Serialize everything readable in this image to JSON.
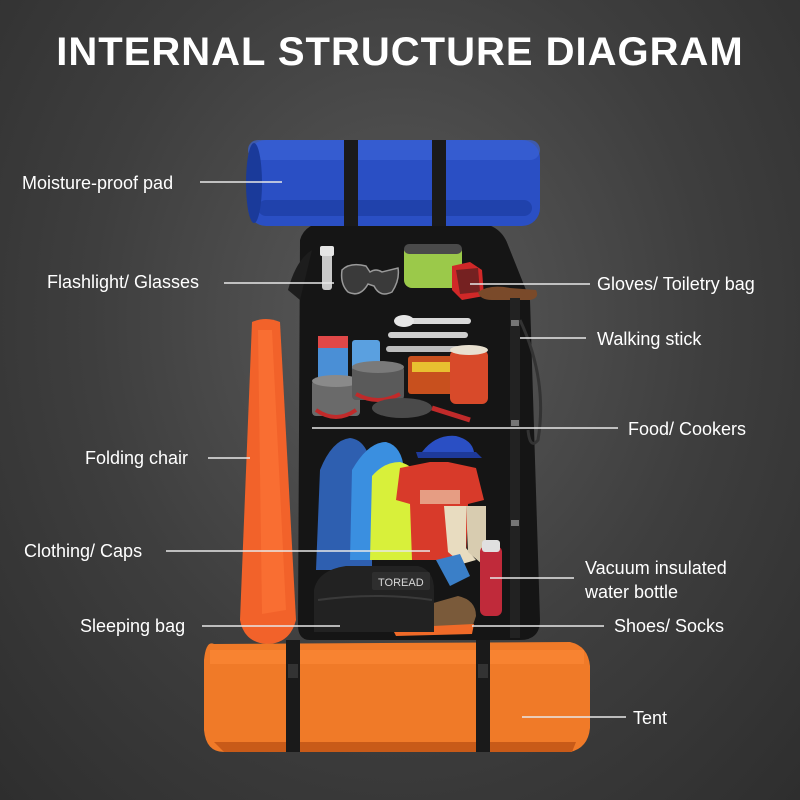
{
  "title": "INTERNAL STRUCTURE DIAGRAM",
  "labels": {
    "moisture_pad": "Moisture-proof pad",
    "flashlight": "Flashlight/ Glasses",
    "folding_chair": "Folding chair",
    "clothing": "Clothing/ Caps",
    "sleeping_bag": "Sleeping bag",
    "gloves": "Gloves/ Toiletry bag",
    "walking_stick": "Walking stick",
    "food": "Food/ Cookers",
    "bottle_line1": "Vacuum insulated",
    "bottle_line2": "water bottle",
    "shoes": "Shoes/ Socks",
    "tent": "Tent"
  },
  "brand_text": "TOREAD",
  "colors": {
    "pad": "#2a4fc4",
    "tent": "#f07a28",
    "chair": "#f2622a",
    "pack": "#151515",
    "leader": "#e8e8e8"
  }
}
